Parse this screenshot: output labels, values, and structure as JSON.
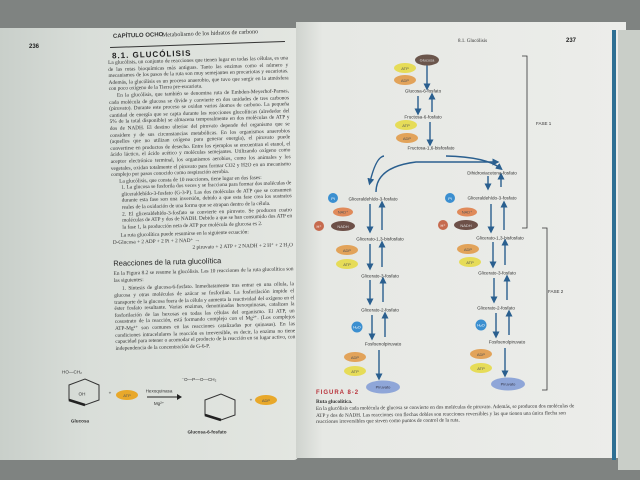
{
  "left_page": {
    "page_number": "236",
    "chapter_label": "CAPÍTULO OCHO",
    "chapter_title": "Metabolismo de los hidratos de carbono",
    "section_title": "8.1. GLUCÓLISIS",
    "paragraphs": [
      "La glucólisis, un conjunto de reacciones que tienen lugar en todas las células, es una de las rutas bioquímicas más antiguas. Tanto las enzimas como el número y mecanismos de los pasos de la ruta son muy semejantes en procariotas y eucariotas. Además, la glucólisis es un proceso anaerobio, que tuvo que surgir en la atmósfera con poco oxígeno de la Tierra pre-eucariota.",
      "En la glucólisis, que también se denomina ruta de Embden-Meyerhof-Parnas, cada molécula de glucosa se divide y convierte en dos unidades de tres carbonos (piruvato). Durante este proceso se oxidan varios átomos de carbono. La pequeña cantidad de energía que se capta durante las reacciones glucolíticas (alrededor del 5% de la total disponible) se almacena temporalmente en dos moléculas de ATP y dos de NADH. El destino ulterior del piruvato depende del organismo que se considere y de sus circunstancias metabólicas. En los organismos anaerobios (aquellos que no utilizan oxígeno para generar energía), el piruvato puede convertirse en productos de desecho. Entre los ejemplos se encuentran el etanol, el ácido láctico, el ácido acético y moléculas semejantes. Utilizando oxígeno como aceptor electrónico terminal, los organismos aerobios, como los animales y los vegetales, oxidan totalmente el piruvato para formar CO2 y H2O en un mecanismo complejo por pasos conocido como respiración aerobia.",
      "La glucólisis, que consta de 10 reacciones, tiene lugar en dos fases:"
    ],
    "list": [
      "1. La glucosa se fosforila dos veces y se fracciona para formar dos moléculas de gliceraldehído-3-fosfato (G-3-P). Las dos moléculas de ATP que se consumen durante esta fase son una inversión, debido a que esta fase crea los sustratos reales de la oxidación de una forma que se atrapan dentro de la célula.",
      "2. El gliceraldehído-3-fosfato se convierte en piruvato. Se producen cuatro moléculas de ATP y dos de NADH. Debido a que se han consumido dos ATP en la fase 1, la producción neta de ATP por molécula de glucosa es 2."
    ],
    "equation_intro": "La ruta glucolítica puede resumirse en la siguiente ecuación:",
    "equation_left": "D-Glucosa + 2 ADP + 2 Pi + 2 NAD⁺ →",
    "equation_right": "2 piruvato + 2 ATP + 2 NADH + 2 H⁺ + 2 H₂O",
    "subsection_title": "Reacciones de la ruta glucolítica",
    "subsection_intro": "En la Figura 8.2 se resume la glucólisis. Las 10 reacciones de la ruta glucolítica son las siguientes:",
    "reaction_1": "1. Síntesis de glucosa-6-fosfato. Inmediatamente tras entrar en una célula, la glucosa y otras moléculas de azúcar se fosforilan. La fosforilación impide el transporte de la glucosa fuera de la célula y aumenta la reactividad del oxígeno en el éster fosfato resultante. Varias enzimas, denominadas hexoquinasas, catalizan la fosforilación de las hexosas en todas las células del organismo. El ATP, un cosustrato de la reacción, está formando complejo con el Mg²⁺. (Los complejos ATP-Mg²⁺ son comunes en las reacciones catalizadas por quinasas). En las condiciones intracelulares la reacción es irreversible, es decir, la enzima no tiene capacidad para retener o acomodar el producto de la reacción en su lugar activo, con independencia de la concentración de G-6-P.",
    "scheme": {
      "glucose_label": "Glucosa",
      "product_label": "Glucosa-6-fosfato",
      "atp": "ATP",
      "adp": "ADP",
      "enzyme": "Hexoquinasa",
      "cofactor": "Mg²⁺",
      "plus": "+",
      "ho_ch2": "HO—CH₂",
      "phosphate": "⁻O—P—O—CH₂",
      "oh": "OH"
    }
  },
  "right_page": {
    "page_header": "8.1. Glucólisis",
    "page_number": "237",
    "diagram": {
      "glucosa": "Glucosa",
      "atp": "ATP",
      "adp": "ADP",
      "g6p": "Glucosa-6-fosfato",
      "f6p": "Fructosa-6-fosfato",
      "f16bp": "Fructosa-1,6-bisfosfato",
      "dhap": "Dihidroxiacetona-fosfato",
      "g3p": "Gliceraldehído-3-fosfato",
      "pi": "Pi",
      "nad": "NAD⁺",
      "nadh": "NADH",
      "h": "H⁺",
      "g13bp": "Glicerato-1,3-bisfosfato",
      "g3pg": "Glicerato-3-fosfato",
      "g2pg": "Glicerato-2-fosfato",
      "h2o": "H₂O",
      "pep": "Fosfoenolpiruvato",
      "piruvato": "Piruvato",
      "fase1": "FASE 1",
      "fase2": "FASE 2"
    },
    "figure_label": "FIGURA 8-2",
    "figure_title": "Ruta glucolítica.",
    "figure_caption": "En la glucólisis cada molécula de glucosa se convierte en dos moléculas de piruvato. Además, se producen dos moléculas de ATP y dos de NADH. Las reacciones con flechas dobles son reacciones reversibles y las que tienen una única flecha son reacciones irreversibles que sirven como puntos de control de la ruta."
  },
  "colors": {
    "arrow": "#2a5f8f",
    "atp": "#e6dc58",
    "adp": "#e2a35a",
    "piruvato": "#8fa6d8",
    "figure_label": "#b8333b"
  }
}
